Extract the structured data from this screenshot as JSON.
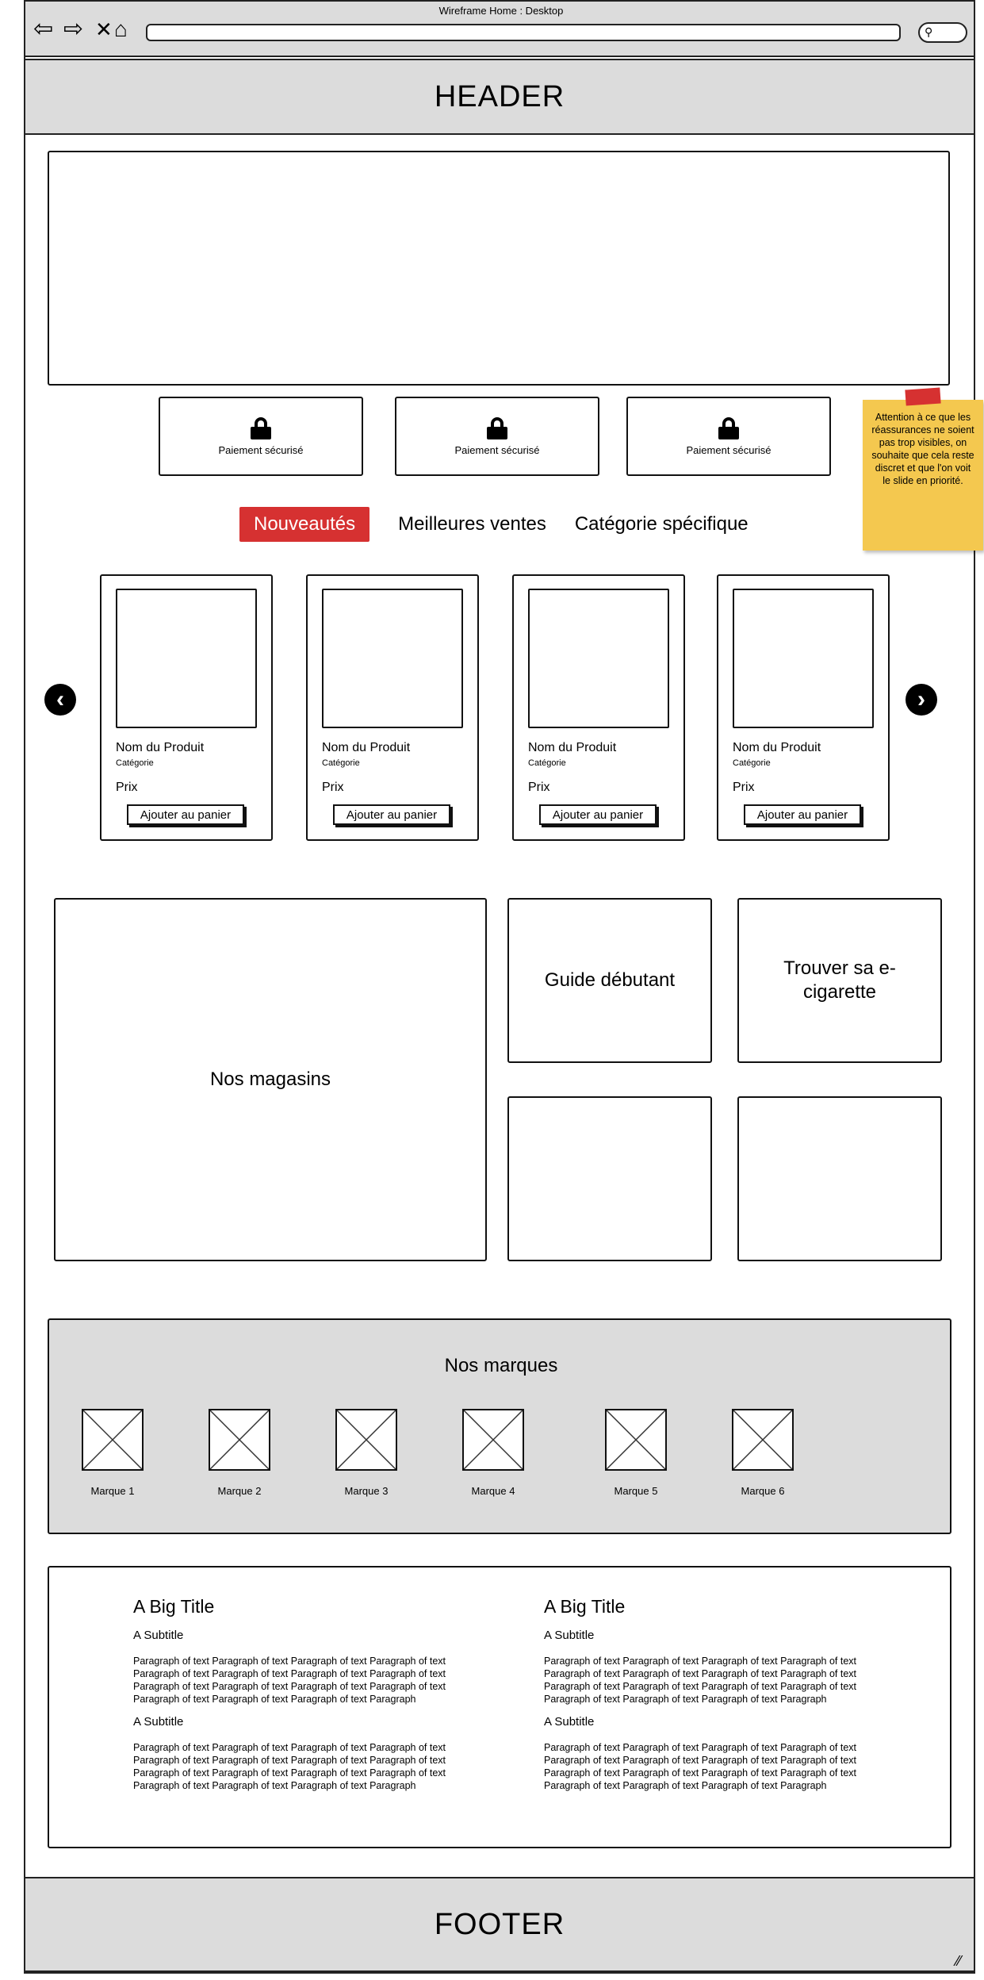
{
  "window": {
    "title": "Wireframe Home : Desktop"
  },
  "header": {
    "label": "HEADER"
  },
  "footer": {
    "label": "FOOTER"
  },
  "icons": {
    "back": "back-arrow-icon",
    "forward": "forward-arrow-icon",
    "close": "close-icon",
    "home": "home-icon",
    "lock": "lock-icon",
    "prev": "chevron-left-icon",
    "next": "chevron-right-icon",
    "search": "search-icon"
  },
  "reassurance": [
    {
      "label": "Paiement sécurisé"
    },
    {
      "label": "Paiement sécurisé"
    },
    {
      "label": "Paiement sécurisé"
    }
  ],
  "sticky_note": {
    "text": "Attention à ce que les réassurances ne soient pas trop visibles, on souhaite que cela reste discret et que l'on voit le slide en priorité."
  },
  "tabs": [
    {
      "label": "Nouveautés",
      "active": true
    },
    {
      "label": "Meilleures ventes",
      "active": false
    },
    {
      "label": "Catégorie spécifique",
      "active": false
    }
  ],
  "products": [
    {
      "name": "Nom du Produit",
      "category": "Catégorie",
      "price": "Prix",
      "cta": "Ajouter au panier"
    },
    {
      "name": "Nom du Produit",
      "category": "Catégorie",
      "price": "Prix",
      "cta": "Ajouter au panier"
    },
    {
      "name": "Nom du Produit",
      "category": "Catégorie",
      "price": "Prix",
      "cta": "Ajouter au panier"
    },
    {
      "name": "Nom du Produit",
      "category": "Catégorie",
      "price": "Prix",
      "cta": "Ajouter au panier"
    }
  ],
  "blocks": {
    "stores": "Nos magasins",
    "guide": "Guide débutant",
    "find": "Trouver sa e-cigarette"
  },
  "brands": {
    "title": "Nos marques",
    "items": [
      "Marque 1",
      "Marque 2",
      "Marque 3",
      "Marque 4",
      "Marque 5",
      "Marque 6"
    ]
  },
  "content": {
    "columns": [
      {
        "title": "A Big Title",
        "subtitle1": "A Subtitle",
        "para1": "Paragraph of text Paragraph of text Paragraph of text Paragraph of text Paragraph of text Paragraph of text Paragraph of text Paragraph of text Paragraph of text Paragraph of text Paragraph of text Paragraph of text Paragraph of text Paragraph of text Paragraph of text Paragraph",
        "subtitle2": "A Subtitle",
        "para2": "Paragraph of text Paragraph of text Paragraph of text Paragraph of text Paragraph of text Paragraph of text Paragraph of text Paragraph of text Paragraph of text Paragraph of text Paragraph of text Paragraph of text Paragraph of text Paragraph of text Paragraph of text Paragraph"
      },
      {
        "title": "A Big Title",
        "subtitle1": "A Subtitle",
        "para1": "Paragraph of text Paragraph of text Paragraph of text Paragraph of text Paragraph of text Paragraph of text Paragraph of text Paragraph of text Paragraph of text Paragraph of text Paragraph of text Paragraph of text Paragraph of text Paragraph of text Paragraph of text Paragraph",
        "subtitle2": "A Subtitle",
        "para2": "Paragraph of text Paragraph of text Paragraph of text Paragraph of text Paragraph of text Paragraph of text Paragraph of text Paragraph of text Paragraph of text Paragraph of text Paragraph of text Paragraph of text Paragraph of text Paragraph of text Paragraph of text Paragraph"
      }
    ]
  },
  "colors": {
    "accent": "#d63131",
    "sticky": "#f4c84f",
    "panel": "#dcdcdc"
  }
}
